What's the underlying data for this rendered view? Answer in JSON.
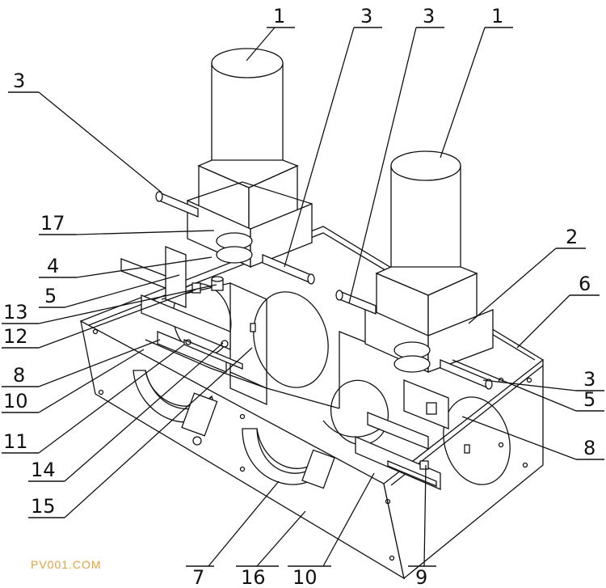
{
  "labels": {
    "top_1_left": "1",
    "top_3_a": "3",
    "top_3_b": "3",
    "top_1_right": "1",
    "left_3": "3",
    "l17": "17",
    "l4": "4",
    "l5_left": "5",
    "l13": "13",
    "l12": "12",
    "l8_left": "8",
    "l10_left": "10",
    "l11": "11",
    "l14": "14",
    "l15": "15",
    "r2": "2",
    "r6": "6",
    "r3": "3",
    "r5": "5",
    "r8": "8",
    "b7": "7",
    "b16": "16",
    "b10": "10",
    "b9": "9"
  },
  "watermark": "PV001.COM"
}
